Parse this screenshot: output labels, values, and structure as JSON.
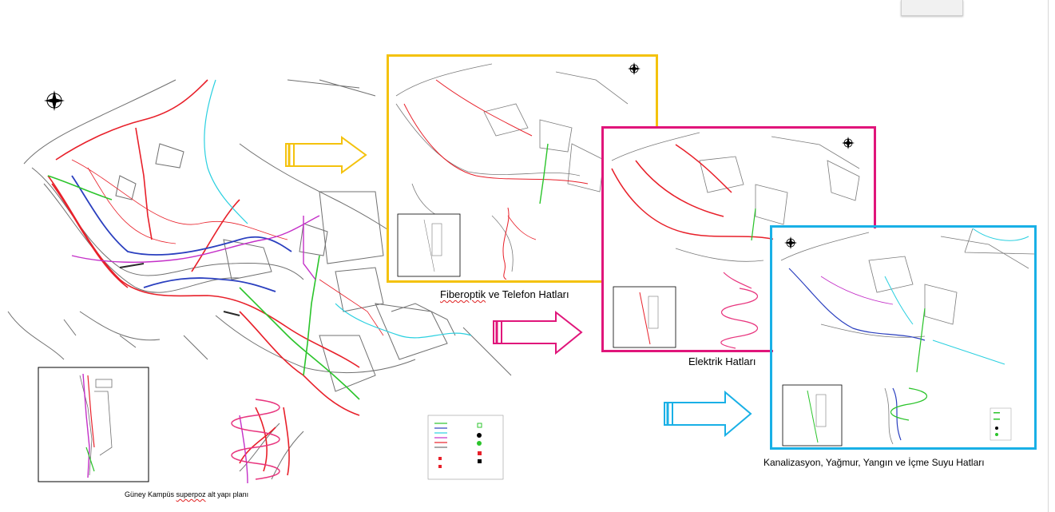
{
  "captions": {
    "main": "Güney Kampüs superpoz alt yapı planı",
    "main_underlined": "superpoz",
    "fiber": "Fiberoptik ve Telefon Hatları",
    "fiber_underlined": "Fiberoptik",
    "elektrik": "Elektrik Hatları",
    "kanal": "Kanalizasyon, Yağmur, Yangın ve İçme Suyu Hatları"
  },
  "colors": {
    "fiber_frame": "#f4c20d",
    "elektrik_frame": "#e0157a",
    "kanal_frame": "#19b0e6",
    "red_line": "#e8202a",
    "pink_line": "#e8357e",
    "blue_line": "#2a3fbf",
    "cyan_line": "#2bd0e0",
    "green_line": "#2bc42b",
    "magenta_line": "#c430c8"
  },
  "icons": [
    "north-arrow-icon",
    "right-arrow-icon"
  ]
}
